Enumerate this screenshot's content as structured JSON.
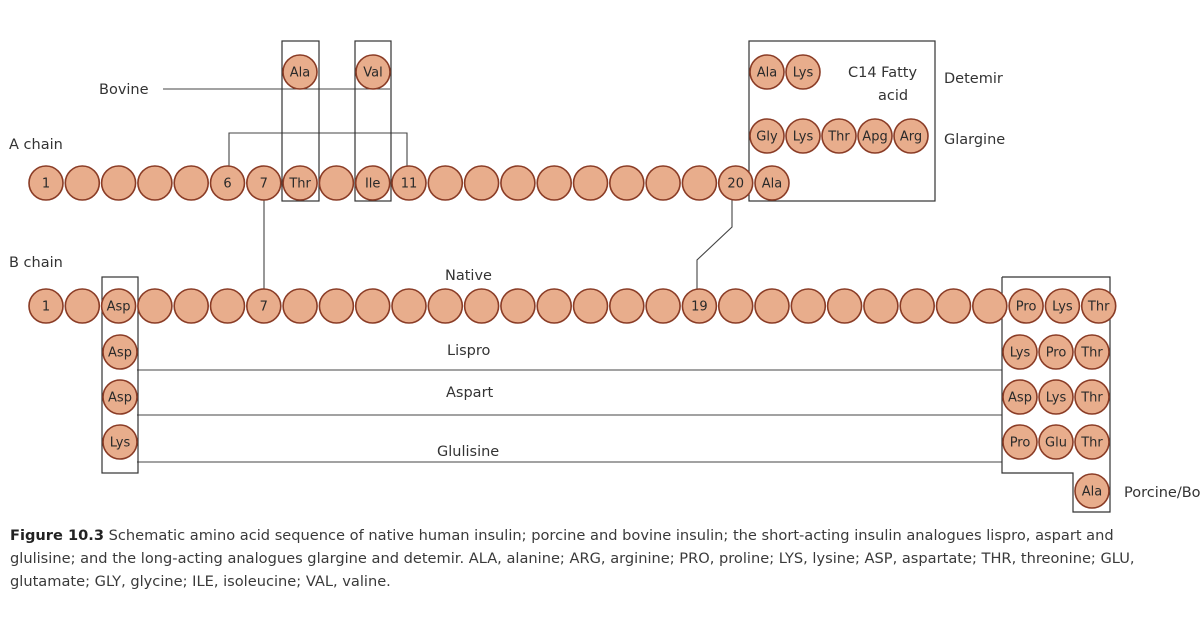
{
  "labels": {
    "bovine": "Bovine",
    "a_chain": "A chain",
    "b_chain": "B chain",
    "native": "Native",
    "lispro": "Lispro",
    "aspart": "Aspart",
    "glulisine": "Glulisine",
    "c14_line1": "C14 Fatty",
    "c14_line2": "acid",
    "detemir": "Detemir",
    "glargine": "Glargine",
    "porcine_bovine": "Porcine/Bovine"
  },
  "a_chain_residues": [
    "1",
    "",
    "",
    "",
    "",
    "6",
    "7",
    "Thr",
    "",
    "Ile",
    "11",
    "",
    "",
    "",
    "",
    "",
    "",
    "",
    "",
    "20",
    "Ala"
  ],
  "b_chain_residues": [
    "1",
    "",
    "Asp",
    "",
    "",
    "",
    "7",
    "",
    "",
    "",
    "",
    "",
    "",
    "",
    "",
    "",
    "",
    "",
    "19",
    "",
    "",
    "",
    "",
    "",
    "",
    "",
    "",
    "Pro",
    "Lys",
    "Thr"
  ],
  "bovine_residues": [
    "Ala",
    "Val"
  ],
  "detemir_residues": [
    "Ala",
    "Lys"
  ],
  "glargine_residues": [
    "Gly",
    "Lys",
    "Thr",
    "Apg",
    "Arg"
  ],
  "b1_variants": [
    "Asp",
    "Asp",
    "Lys"
  ],
  "b28_variants": [
    [
      "Lys",
      "Pro",
      "Thr"
    ],
    [
      "Asp",
      "Lys",
      "Thr"
    ],
    [
      "Pro",
      "Glu",
      "Thr"
    ]
  ],
  "porcine_residue": "Ala",
  "caption": {
    "figure_number": "Figure 10.3",
    "line1": " Schematic amino acid sequence of native human insulin; porcine and bovine insulin; the short-acting insulin analogues lispro, aspart and",
    "line2": "glulisine; and the long-acting analogues glargine and detemir. ALA, alanine; ARG, arginine; PRO, proline; LYS, lysine; ASP, aspartate; THR, threonine; GLU,",
    "line3": "glutamate; GLY, glycine; ILE, isoleucine; VAL, valine."
  },
  "colors": {
    "bead_fill": "#E8AD8C",
    "bead_stroke": "#8A3C26",
    "line": "#444444",
    "text": "#333333"
  }
}
